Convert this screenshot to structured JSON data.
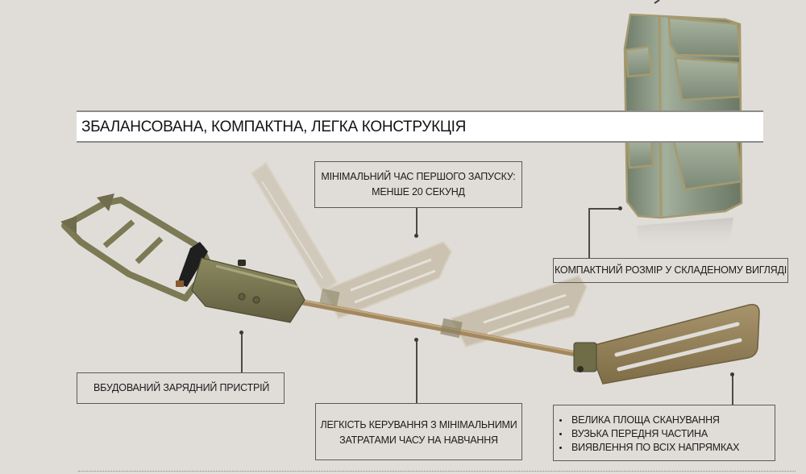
{
  "title": "ЗБАЛАНСОВАНА, КОМПАКТНА, ЛЕГКА КОНСТРУКЦІЯ",
  "callouts": {
    "startup_time": {
      "lines": [
        "МІНІМАЛЬНИЙ ЧАС ПЕРШОГО ЗАПУСКУ:",
        "МЕНШЕ 20 СЕКУНД"
      ]
    },
    "compact_size": {
      "lines": [
        "КОМПАКТНИЙ РОЗМІР У СКЛАДЕНОМУ ВИГЛЯДІ"
      ]
    },
    "charger": {
      "lines": [
        "ВБУДОВАНИЙ ЗАРЯДНИЙ ПРИСТРІЙ"
      ]
    },
    "ease_of_use": {
      "lines": [
        "ЛЕГКІСТЬ КЕРУВАННЯ З МІНІМАЛЬНИМИ",
        "ЗАТРАТАМИ ЧАСУ НА НАВЧАННЯ"
      ]
    },
    "search_head": {
      "bullets": [
        "ВЕЛИКА ПЛОЩА СКАНУВАННЯ",
        "ВУЗЬКА ПЕРЕДНЯ ЧАСТИНА",
        "ВИЯВЛЕННЯ ПО ВСІХ НАПРЯМКАХ"
      ]
    }
  },
  "images": {
    "detector": "folding-mine-detector-with-motion-ghosting",
    "bag": "olive-green-carrying-backpack"
  },
  "colors": {
    "background": "#e0ddd9",
    "olive": "#77744f",
    "bag_green": "#8d9a86",
    "trim": "#a59a6e",
    "paddle": "#9c8a64"
  }
}
